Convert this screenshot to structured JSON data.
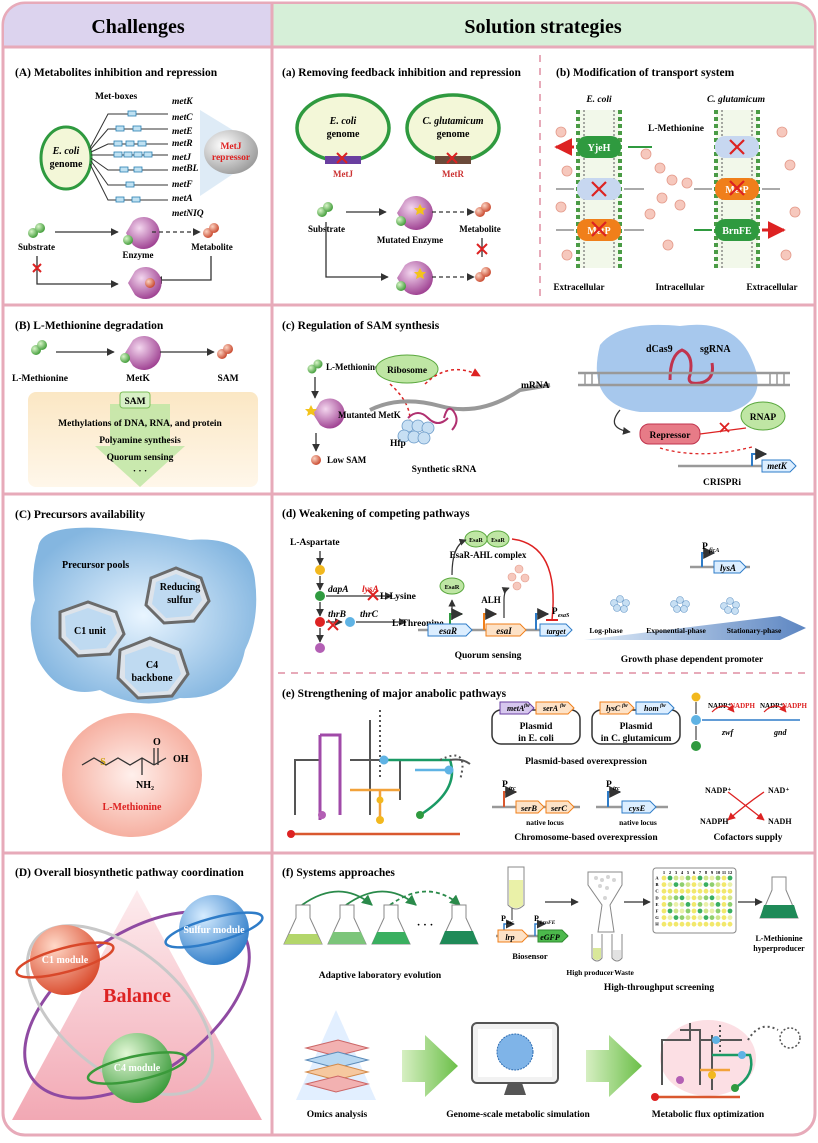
{
  "header": {
    "challenges": "Challenges",
    "solutions": "Solution strategies"
  },
  "A": {
    "title": "(A) Metabolites inhibition and repression",
    "metboxes": "Met-boxes",
    "genome": [
      "E. coli",
      "genome"
    ],
    "genes": [
      "metK",
      "metC",
      "metE",
      "metR",
      "metJ",
      "metBL",
      "metF",
      "metA",
      "metNIQ"
    ],
    "repressor": [
      "MetJ",
      "repressor"
    ],
    "substrate": "Substrate",
    "enzyme": "Enzyme",
    "metabolite": "Metabolite"
  },
  "a": {
    "title": "(a) Removing feedback inhibition and repression",
    "ecoli_genome": [
      "E. coli",
      "genome"
    ],
    "cglut_genome": [
      "C. glutamicum",
      "genome"
    ],
    "metj": "MetJ",
    "metr": "MetR",
    "substrate": "Substrate",
    "mutated_enzyme": "Mutated Enzyme",
    "metabolite": "Metabolite"
  },
  "b": {
    "title": "(b) Modification of transport system",
    "ecoli": "E. coli",
    "cglut": "C. glutamicum",
    "lmet": "L-Methionine",
    "yjeh": "YjeH",
    "metp_left": "MetP",
    "metp_right": "MetP",
    "brnfe": "BrnFE",
    "extracellular_left": "Extracellular",
    "intracellular": "Intracellular",
    "extracellular_right": "Extracellular"
  },
  "B": {
    "title": "(B) L-Methionine degradation",
    "lmet": "L-Methionine",
    "metk": "MetK",
    "sam": "SAM",
    "sam_box": "SAM",
    "effects": [
      "Methylations of DNA, RNA, and protein",
      "Polyamine synthesis",
      "Quorum sensing",
      "· · ·"
    ]
  },
  "c": {
    "title": "(c) Regulation of SAM synthesis",
    "lmet": "L-Methionine",
    "mutanted": "Mutanted MetK",
    "lowsam": "Low SAM",
    "ribosome": "Ribosome",
    "mrna": "mRNA",
    "hfp": "Hfp",
    "srna": "Synthetic sRNA",
    "dcas9": "dCas9",
    "sgrna": "sgRNA",
    "rnap": "RNAP",
    "repressor": "Repressor",
    "metk": "metK",
    "crispri": "CRISPRi"
  },
  "C": {
    "title": "(C) Precursors availability",
    "pools": "Precursor pools",
    "sulfur": [
      "Reducing",
      "sulfur"
    ],
    "c1": [
      "C1 unit"
    ],
    "c4": [
      "C4",
      "backbone"
    ],
    "oh": "OH",
    "o": "O",
    "s": "S",
    "nh2": "NH₂",
    "lmet": "L-Methionine"
  },
  "d": {
    "title": "(d) Weakening of competing pathways",
    "asp": "L-Aspartate",
    "dapa": "dapA",
    "lysa": "lysA",
    "lys": "L-Lysine",
    "thrb": "thrB",
    "thrc": "thrC",
    "thr": "L-Threonine",
    "complex": "EsaR-AHL complex",
    "esar_protein": "EsaR",
    "alh": "ALH",
    "esar_gene": "esaR",
    "esai_gene": "esaI",
    "pesas": "P",
    "pesas_sub": "esaS",
    "target": "target",
    "quorum": "Quorum sensing",
    "pfic": "P",
    "pfic_sub": "ficA",
    "lysa_gene": "lysA",
    "phases": [
      "Log-phase",
      "Exponential-phase",
      "Stationary-phase"
    ],
    "growth": "Growth phase dependent promoter"
  },
  "e": {
    "title": "(e) Strengthening of major anabolic pathways",
    "metafbr": "metA",
    "metafbr_sup": "fbr",
    "serafbr": "serA",
    "serafbr_sup": "fbr",
    "plasmid_ecoli": [
      "Plasmid",
      "in E. coli"
    ],
    "lyscfbr": "lysC",
    "lyscfbr_sup": "fbr",
    "homfbr": "hom",
    "homfbr_sup": "fbr",
    "plasmid_cglut": [
      "Plasmid",
      "in C. glutamicum"
    ],
    "plasmid_label": "Plasmid-based overexpression",
    "ptrc1": "P",
    "ptrc1_sub": "trc",
    "serb": "serB",
    "serc": "serC",
    "native1": "native locus",
    "ptrc2": "P",
    "ptrc2_sub": "trc",
    "cyse": "cysE",
    "native2": "native locus",
    "chrom_label": "Chromosome-based overexpression",
    "nadp1": "NADP⁺",
    "nadph1": "NADPH",
    "nadp2": "NADP⁺",
    "nadph2": "NADPH",
    "zwf": "zwf",
    "gnd": "gnd",
    "cof_nadp": "NADP⁺",
    "cof_nad": "NAD⁺",
    "cof_nadph": "NADPH",
    "cof_nadh": "NADH",
    "cofactors": "Cofactors supply"
  },
  "D": {
    "title": "(D) Overall biosynthetic pathway coordination",
    "c1": "C1 module",
    "sulfur": "Sulfur module",
    "c4": "C4 module",
    "balance": "Balance"
  },
  "f": {
    "title": "(f) Systems approaches",
    "ale": "Adaptive laboratory evolution",
    "dots": "· · ·",
    "plac": "P",
    "plac_sub": "lac",
    "pbrn": "P",
    "pbrn_sub": "brnFE",
    "lrp": "lrp",
    "egfp": "eGFP",
    "biosensor": "Biosensor",
    "high": "High producer",
    "waste": "Waste",
    "hts": "High-throughput screening",
    "hyper": [
      "L-Methionine",
      "hyperproducer"
    ],
    "plate_rows": [
      "A",
      "B",
      "C",
      "D",
      "E",
      "F",
      "G",
      "H"
    ],
    "plate_cols": [
      "1",
      "2",
      "3",
      "4",
      "5",
      "6",
      "7",
      "8",
      "9",
      "10",
      "11",
      "12"
    ],
    "omics": "Omics analysis",
    "gsm": "Genome-scale metabolic simulation",
    "flux": "Metabolic flux optimization"
  }
}
